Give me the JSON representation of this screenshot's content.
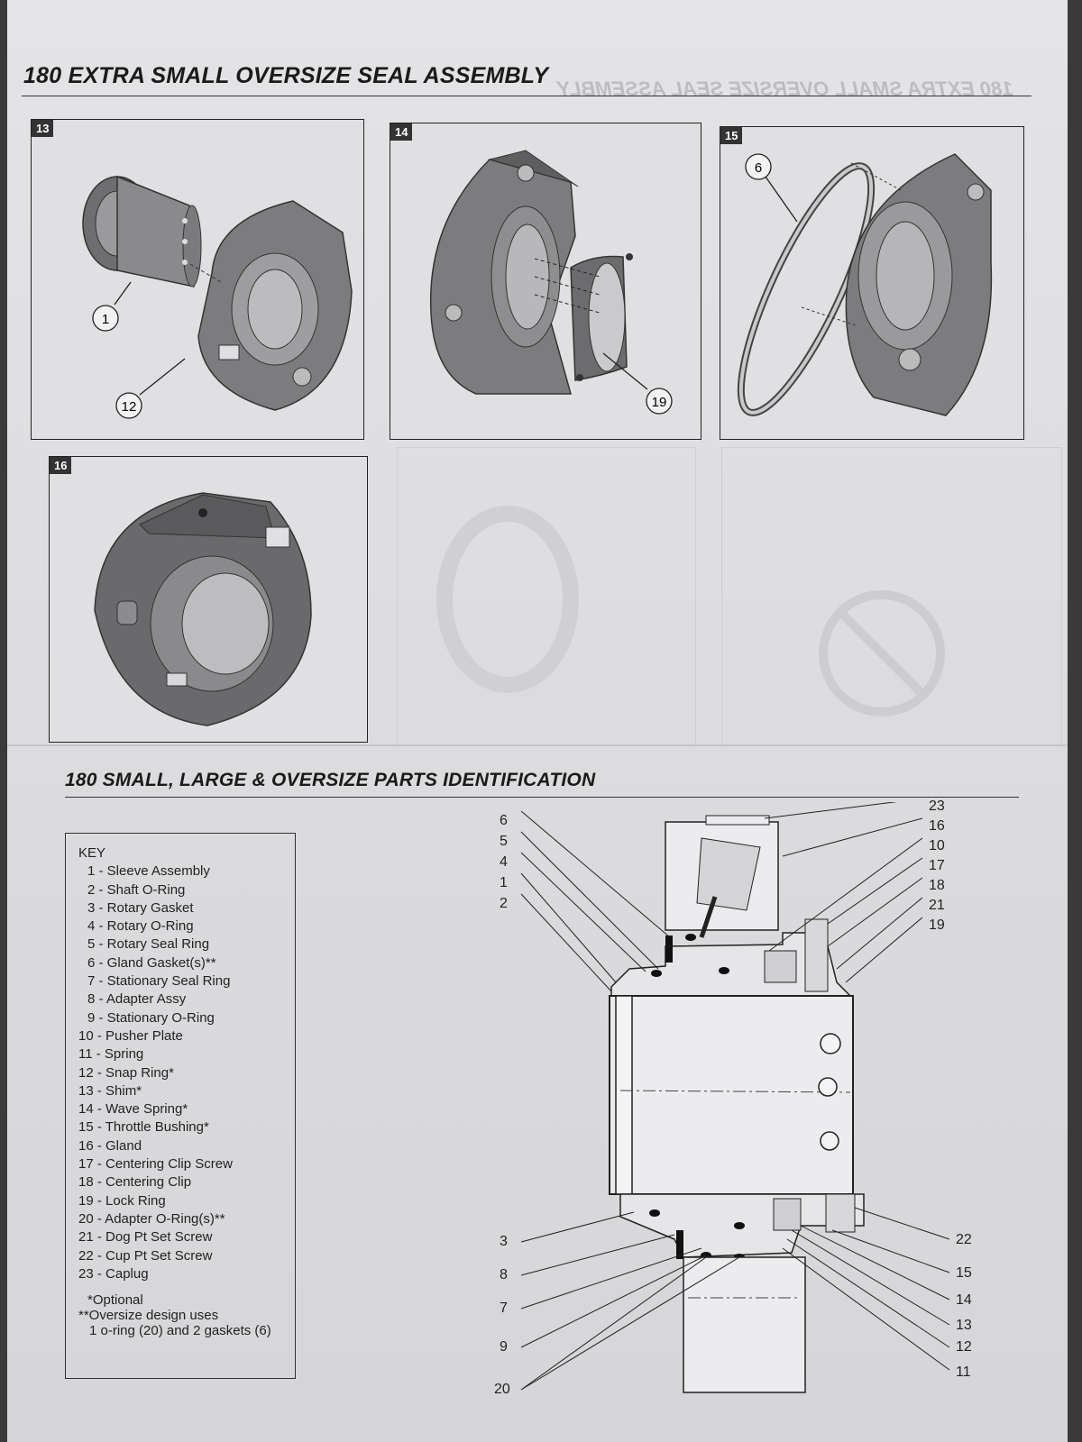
{
  "header": {
    "title": "180 EXTRA SMALL OVERSIZE SEAL ASSEMBLY",
    "bleed_through": "180 EXTRA SMALL OVERSIZE SEAL ASSEMBLY"
  },
  "steps": [
    {
      "number": "13",
      "callouts": [
        "1",
        "12"
      ]
    },
    {
      "number": "14",
      "callouts": [
        "19"
      ]
    },
    {
      "number": "15",
      "callouts": [
        "6"
      ]
    },
    {
      "number": "16",
      "callouts": []
    }
  ],
  "parts_section": {
    "title": "180 SMALL, LARGE & OVERSIZE PARTS IDENTIFICATION"
  },
  "key": {
    "title": "KEY",
    "items": [
      "1 - Sleeve Assembly",
      "2 - Shaft O-Ring",
      "3 - Rotary Gasket",
      "4 - Rotary O-Ring",
      "5 - Rotary Seal Ring",
      "6 - Gland Gasket(s)**",
      "7 - Stationary Seal Ring",
      "8 - Adapter Assy",
      "9 - Stationary O-Ring",
      "10 - Pusher Plate",
      "11 - Spring",
      "12 - Snap Ring*",
      "13 - Shim*",
      "14 - Wave Spring*",
      "15 - Throttle Bushing*",
      "16 - Gland",
      "17 - Centering Clip Screw",
      "18 - Centering Clip",
      "19 - Lock Ring",
      "20 - Adapter O-Ring(s)**",
      "21 - Dog Pt Set Screw",
      "22 - Cup Pt Set Screw",
      "23 - Caplug"
    ],
    "notes": [
      "*Optional",
      "**Oversize design uses",
      "1 o-ring (20) and 2 gaskets (6)"
    ]
  },
  "diagram_labels": {
    "left_top": [
      "6",
      "5",
      "4",
      "1",
      "2"
    ],
    "left_bottom": [
      "3",
      "8",
      "7",
      "9",
      "20"
    ],
    "right_top": [
      "23",
      "16",
      "10",
      "17",
      "18",
      "21",
      "19"
    ],
    "right_bottom": [
      "22",
      "15",
      "14",
      "13",
      "12",
      "11"
    ]
  }
}
